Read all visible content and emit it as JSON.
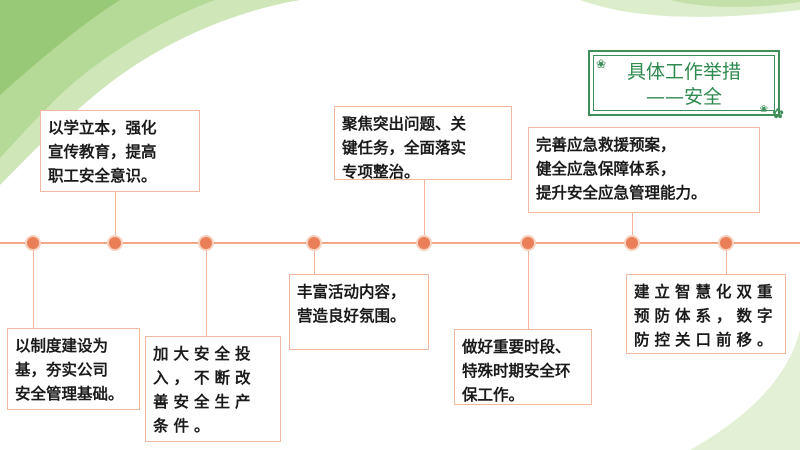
{
  "title": {
    "line1": "具体工作举措",
    "line2": "——安全"
  },
  "colors": {
    "green": "#3e8f5a",
    "light_green": "#a7d28b",
    "node": "#ea7e57",
    "line": "#f2a686"
  },
  "measures": [
    {
      "id": "institution",
      "text": "以制度建设为\n基，夯实公司\n安全管理基础。"
    },
    {
      "id": "learning",
      "text": "以学立本，强化\n宣传教育，提高\n职工安全意识。"
    },
    {
      "id": "investment",
      "text": "加大安全投\n入，不断改\n善安全生产\n条件。"
    },
    {
      "id": "activities",
      "text": "丰富活动内容，\n营造良好氛围。"
    },
    {
      "id": "focus",
      "text": "聚焦突出问题、关\n键任务，全面落实\n专项整治。"
    },
    {
      "id": "key-periods",
      "text": "做好重要时段、\n特殊时期安全环\n保工作。"
    },
    {
      "id": "emergency",
      "text": "完善应急救援预案，\n健全应急保障体系，\n提升安全应急管理能力。"
    },
    {
      "id": "prevention",
      "text": "建立智慧化双重\n预防体系，数字\n防控关口前移。"
    }
  ]
}
